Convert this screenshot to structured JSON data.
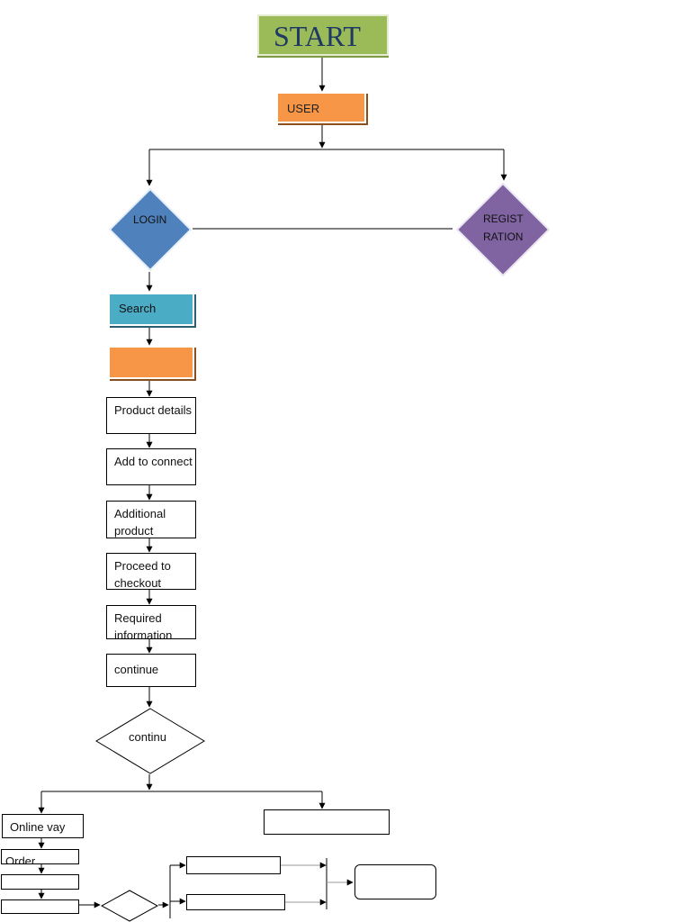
{
  "flowchart": {
    "start": "START",
    "user": "USER",
    "login": "LOGIN",
    "registration_line1": "REGIST",
    "registration_line2": "RATION",
    "search": "Search",
    "steps": [
      "Product details",
      "Add to connect",
      "Additional product",
      "Proceed to checkout",
      "Required information",
      "continue"
    ],
    "decision": "continu",
    "online_pay": "Online vay",
    "order": "Order"
  },
  "colors": {
    "start": "#9bbb59",
    "user": "#f79646",
    "login": "#4f81bd",
    "registration": "#8064a2",
    "search": "#4bacc6",
    "orange_box": "#f79646"
  }
}
